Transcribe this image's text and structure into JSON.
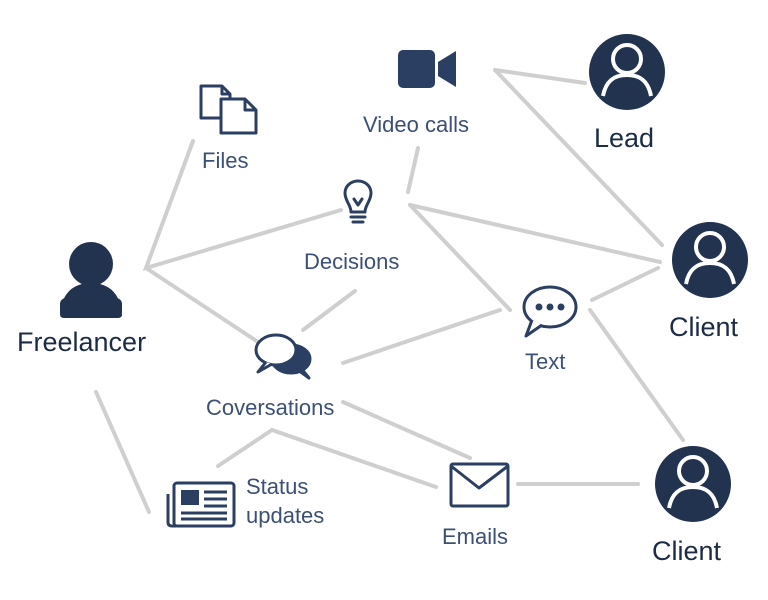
{
  "theme": {
    "icon_color": "#2b3f63",
    "avatar_color": "#22334f",
    "line_color": "#cfcfcf"
  },
  "people": {
    "freelancer": {
      "label": "Freelancer",
      "icon": "person-icon"
    },
    "lead": {
      "label": "Lead",
      "icon": "user-circle-icon"
    },
    "client_top": {
      "label": "Client",
      "icon": "user-circle-icon"
    },
    "client_bottom": {
      "label": "Client",
      "icon": "user-circle-icon"
    }
  },
  "channels": {
    "files": {
      "label": "Files",
      "icon": "files-icon"
    },
    "video_calls": {
      "label": "Video calls",
      "icon": "video-camera-icon"
    },
    "decisions": {
      "label": "Decisions",
      "icon": "lightbulb-icon"
    },
    "conversations": {
      "label": "Coversations",
      "icon": "chat-bubbles-icon"
    },
    "text": {
      "label": "Text",
      "icon": "speech-bubble-icon"
    },
    "status_updates": {
      "label_line1": "Status",
      "label_line2": "updates",
      "icon": "newspaper-icon"
    },
    "emails": {
      "label": "Emails",
      "icon": "envelope-icon"
    }
  }
}
